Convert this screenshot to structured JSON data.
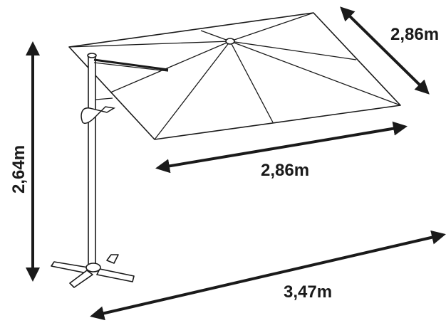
{
  "dimensions": {
    "depth": "2,86m",
    "width": "2,86m",
    "height": "2,64m",
    "diameter": "3,47m"
  },
  "colors": {
    "line": "#1a1a1a",
    "canopy_fill": "#ffffff",
    "background": "#ffffff"
  }
}
